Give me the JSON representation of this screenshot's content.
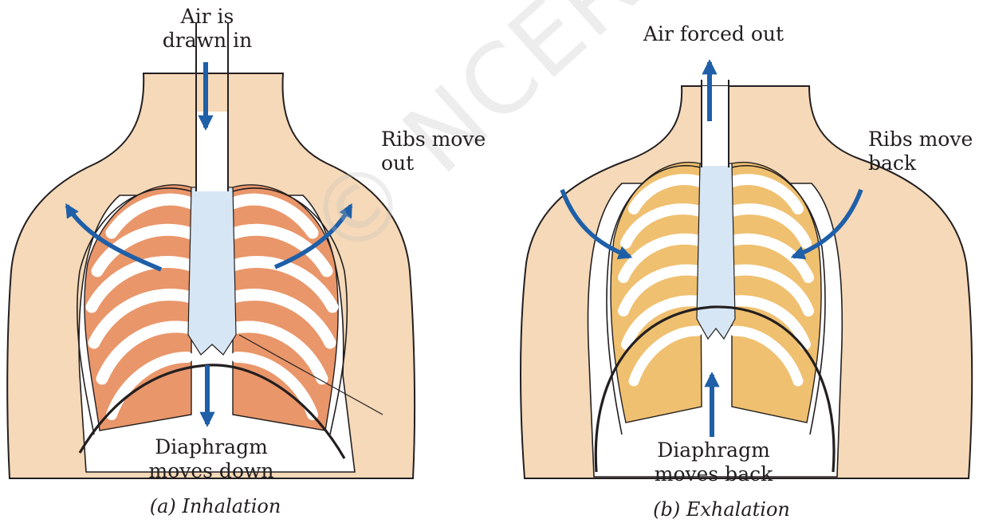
{
  "inhalation": {
    "air_label_1": "Air is",
    "air_label_2": "drawn in",
    "ribs_label_1": "Ribs move",
    "ribs_label_2": "out",
    "diaphragm_label_1": "Diaphragm",
    "diaphragm_label_2": "moves down",
    "caption": "(a) Inhalation"
  },
  "exhalation": {
    "air_label": "Air forced out",
    "ribs_label_1": "Ribs move",
    "ribs_label_2": "back",
    "diaphragm_label_1": "Diaphragm",
    "diaphragm_label_2": "moves back",
    "caption": "(b) Exhalation"
  },
  "watermark": "© NCERT not to be republished",
  "colors": {
    "skin": "#f5d9b8",
    "outline": "#231f20",
    "lung": "#e9966a",
    "lung_exhale": "#efc070",
    "rib": "#ffffff",
    "cartilage": "#d7e6f4",
    "arrow": "#1f5fa8"
  }
}
